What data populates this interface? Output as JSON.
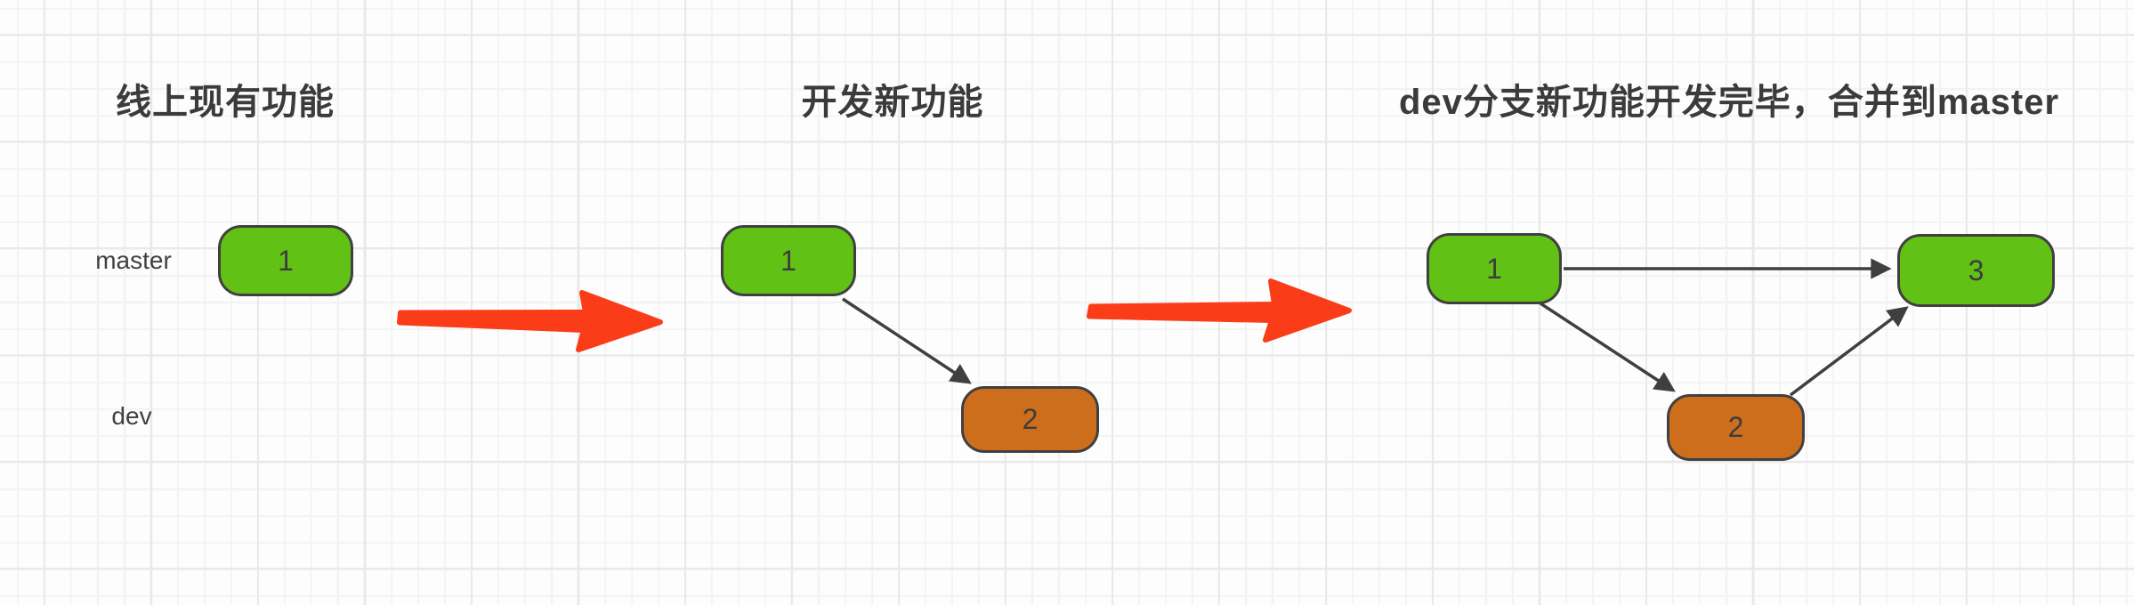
{
  "diagram": {
    "kind": "git-branch-workflow",
    "branches": [
      {
        "label": "master"
      },
      {
        "label": "dev"
      }
    ],
    "stages": [
      {
        "title": "线上现有功能",
        "nodes": [
          {
            "label": "1",
            "branch": "master",
            "color_key": "master_commit_fill"
          }
        ],
        "edges": []
      },
      {
        "title": "开发新功能",
        "nodes": [
          {
            "label": "1",
            "branch": "master",
            "color_key": "master_commit_fill"
          },
          {
            "label": "2",
            "branch": "dev",
            "color_key": "dev_commit_fill"
          }
        ],
        "edges": [
          {
            "from": "1",
            "to": "2"
          }
        ]
      },
      {
        "title": "dev分支新功能开发完毕，合并到master",
        "nodes": [
          {
            "label": "1",
            "branch": "master",
            "color_key": "master_commit_fill"
          },
          {
            "label": "2",
            "branch": "dev",
            "color_key": "dev_commit_fill"
          },
          {
            "label": "3",
            "branch": "master",
            "color_key": "master_commit_fill"
          }
        ],
        "edges": [
          {
            "from": "1",
            "to": "3"
          },
          {
            "from": "1",
            "to": "2"
          },
          {
            "from": "2",
            "to": "3"
          }
        ]
      }
    ],
    "transition_arrows": [
      {
        "from_stage": 1,
        "to_stage": 2
      },
      {
        "from_stage": 2,
        "to_stage": 3
      }
    ]
  },
  "colors": {
    "master_commit_fill": "#61c115",
    "dev_commit_fill": "#cd6e1c",
    "node_border": "#404040",
    "node_text": "#3d3d3d",
    "connector": "#3f3f3f",
    "transition_arrow": "#fa3c18",
    "title_text": "#3b3b3b",
    "label_text": "#404040",
    "grid_minor": "#f3f3f3",
    "grid_major": "#e8e8e8",
    "background": "#fdfdfd"
  }
}
